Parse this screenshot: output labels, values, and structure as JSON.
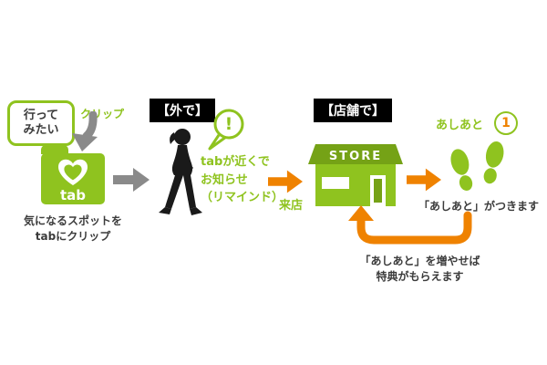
{
  "palette": {
    "green": "#8fc31f",
    "roof": "#75a216",
    "orange": "#ef8200",
    "gray": "#8a8a8a",
    "ink": "#3b3b3b"
  },
  "clip_step": {
    "bubble_line1": "行って",
    "bubble_line2": "みたい",
    "clip_label": "クリップ",
    "folder_label": "tab",
    "caption_line1": "気になるスポットを",
    "caption_line2": "tabにクリップ"
  },
  "outside_step": {
    "header": "【外で】",
    "exclamation": "!",
    "note_line1": "tabが近くで",
    "note_line2": "お知らせ",
    "note_line3": "（リマインド）"
  },
  "store_step": {
    "header": "【店舗で】",
    "store_sign": "STORE",
    "visit_label": "来店"
  },
  "stamp_step": {
    "label": "あしあと",
    "count": "1",
    "caption": "「あしあと」がつきます"
  },
  "loop_note": {
    "line1": "「あしあと」を増やせば",
    "line2": "特典がもらえます"
  }
}
